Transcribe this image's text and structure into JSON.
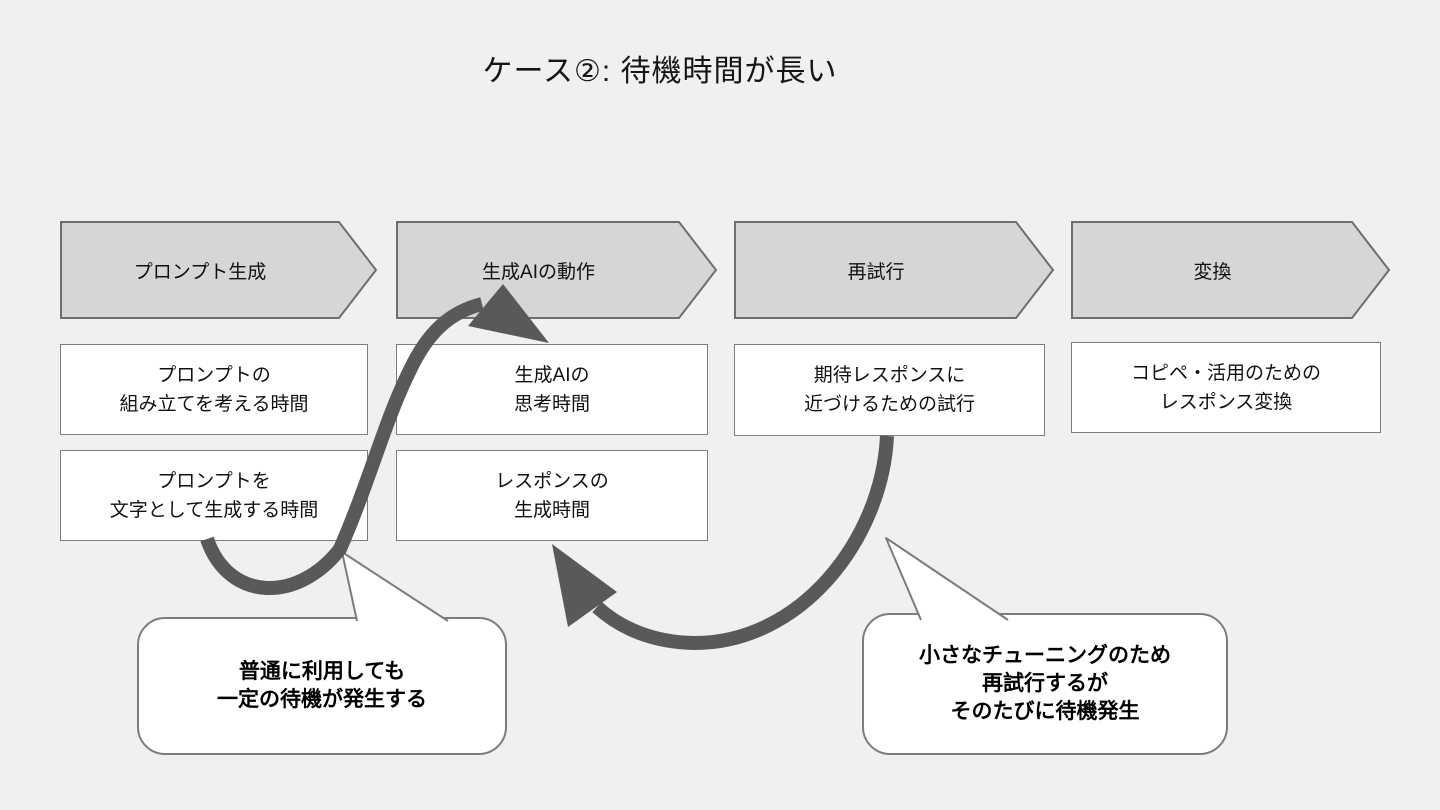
{
  "title": "ケース②: 待機時間が長い",
  "colors": {
    "background": "#f0f0f0",
    "chevron_fill": "#d6d6d6",
    "chevron_border": "#6e6e6e",
    "box_border": "#7c7c7c",
    "arrow": "#595959"
  },
  "stages": [
    {
      "label": "プロンプト生成",
      "boxes": [
        {
          "lines": [
            "プロンプトの",
            "組み立てを考える時間"
          ]
        },
        {
          "lines": [
            "プロンプトを",
            "文字として生成する時間"
          ]
        }
      ]
    },
    {
      "label": "生成AIの動作",
      "boxes": [
        {
          "lines": [
            "生成AIの",
            "思考時間"
          ]
        },
        {
          "lines": [
            "レスポンスの",
            "生成時間"
          ]
        }
      ]
    },
    {
      "label": "再試行",
      "boxes": [
        {
          "lines": [
            "期待レスポンスに",
            "近づけるための試行"
          ]
        }
      ]
    },
    {
      "label": "変換",
      "boxes": [
        {
          "lines": [
            "コピペ・活用のための",
            "レスポンス変換"
          ]
        }
      ]
    }
  ],
  "callouts": [
    {
      "lines": [
        "普通に利用しても",
        "一定の待機が発生する"
      ]
    },
    {
      "lines": [
        "小さなチューニングのため",
        "再試行するが",
        "そのたびに待機発生"
      ]
    }
  ]
}
